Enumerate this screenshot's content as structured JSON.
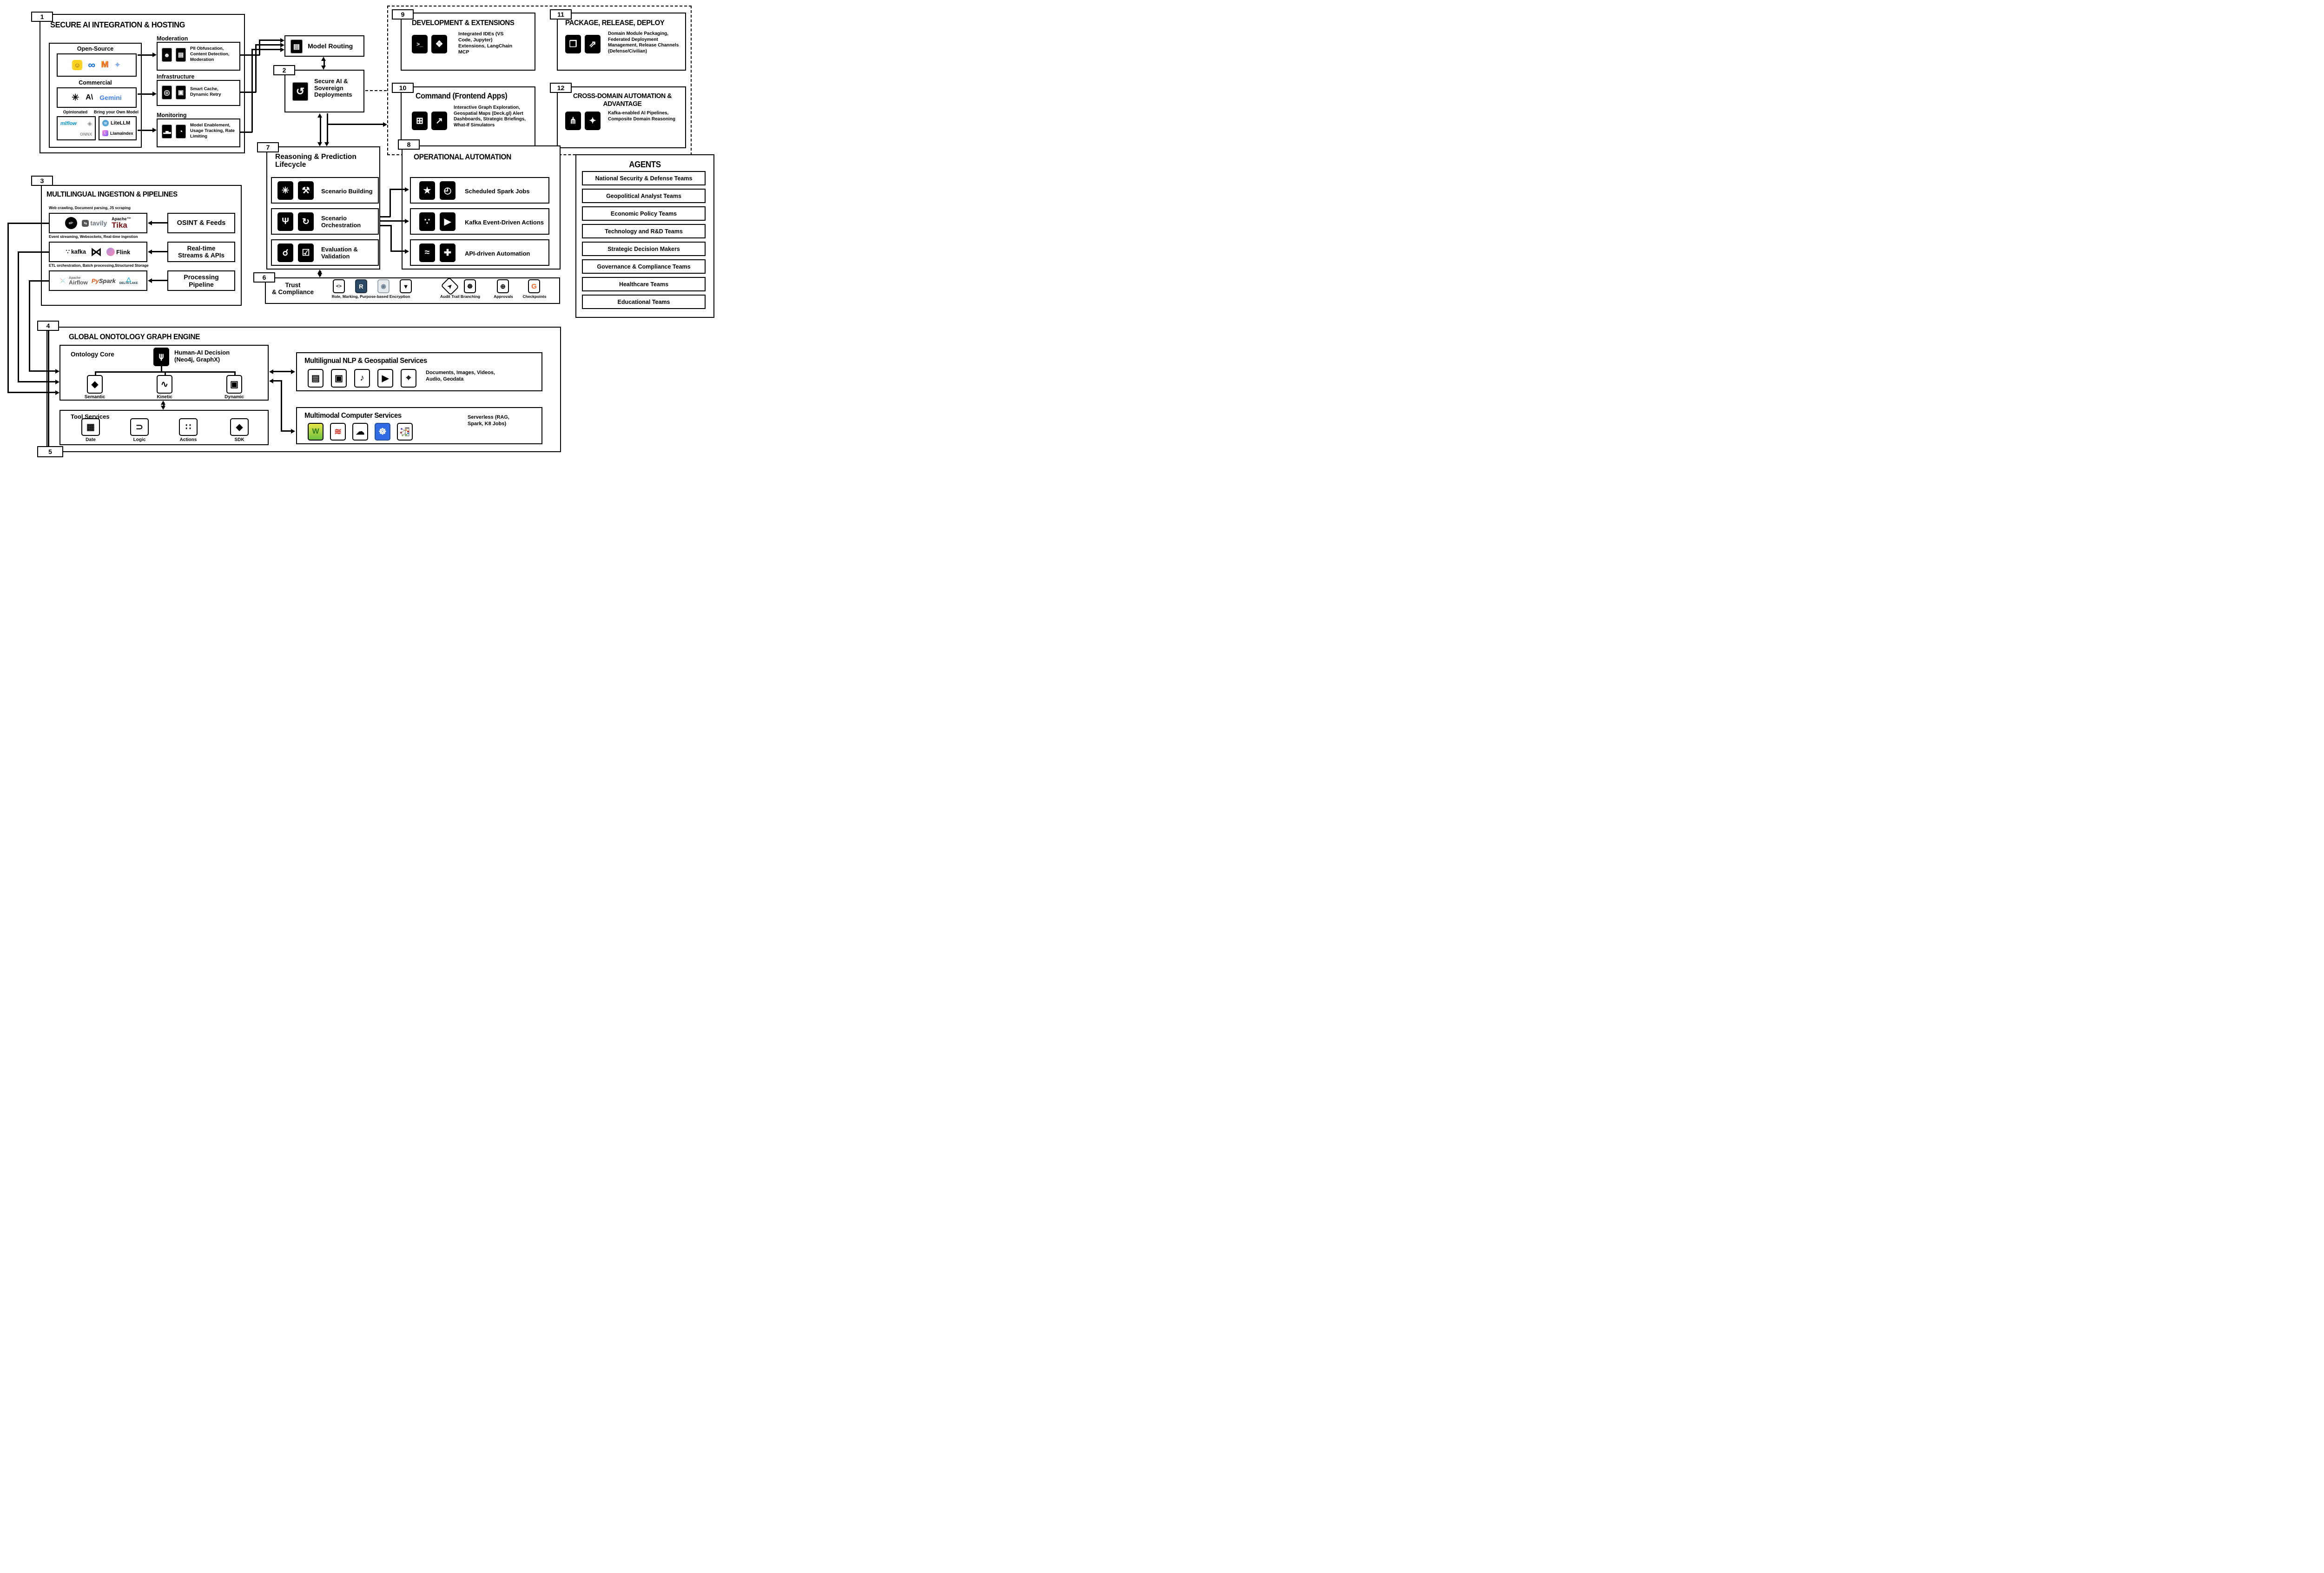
{
  "b1": {
    "num": "1",
    "title": "SECURE AI INTEGRATION & HOSTING",
    "open_source": "Open-Source",
    "commercial": "Commercial",
    "opinionated": "Opinionated",
    "byom": "Bring your Own Model",
    "moderation": {
      "label": "Moderation",
      "desc": "PII Obfuscation, Content Detection, Moderation"
    },
    "infrastructure": {
      "label": "Infrastructure",
      "desc": "Smart Cache, Dynamic Retry"
    },
    "monitoring": {
      "label": "Monitoring",
      "desc": "Model Enablement, Usage Tracking, Rate Limiting"
    }
  },
  "routing": {
    "label": "Model Routing"
  },
  "b2": {
    "num": "2",
    "title": "Secure AI & Sovereign Deployments"
  },
  "b9": {
    "num": "9",
    "title": "DEVELOPMENT & EXTENSIONS",
    "desc": "Integrated IDEs (VS Code, Jupyter) Extensions, LangChain MCP"
  },
  "b10": {
    "num": "10",
    "title": "Command (Frontend Apps)",
    "desc": "Interactive Graph Exploration, Geospatial Maps (Deck.gl) Alert Dashboards, Strategic Briefings, What-If Simulators"
  },
  "b11": {
    "num": "11",
    "title": "PACKAGE, RELEASE, DEPLOY",
    "desc": "Domain Module Packaging, Federated Deployment Management, Release Channels (Defense/Civilian)"
  },
  "b12": {
    "num": "12",
    "title": "CROSS-DOMAIN AUTOMATION & ADVANTAGE",
    "desc": "Kafka-enabled AI Pipelines, Composite Domain Reasoning"
  },
  "b7": {
    "num": "7",
    "title": "Reasoning & Prediction Lifecycle",
    "rows": [
      "Scenario Building",
      "Scenario Orchestration",
      "Evaluation & Validation"
    ]
  },
  "b8": {
    "num": "8",
    "title": "OPERATIONAL AUTOMATION",
    "rows": [
      "Scheduled Spark Jobs",
      "Kafka Event-Driven Actions",
      "API-driven Automation"
    ]
  },
  "b6": {
    "num": "6",
    "label1": "Trust",
    "label2": "& Compliance",
    "cap_encryption": "Role, Marking, Purpose-based Encryption",
    "cap_audit": "Audit Trail Branching",
    "cap_approvals": "Approvals",
    "cap_checkpoints": "Checkpoints"
  },
  "b3": {
    "num": "3",
    "title": "MULTILINGUAL INGESTION & PIPELINES",
    "cap1": "Web crawling, Document parsing, JS scraping",
    "osint": "OSINT & Feeds",
    "cap2": "Event streaming, Websockets, Real-time ingestion",
    "realtime": "Real-time Streams & APIs",
    "cap3": "ETL orchestration, Batch processing,Structured Storage",
    "processing": "Processing Pipeline"
  },
  "b4": {
    "num": "4",
    "title": "GLOBAL ONOTOLOGY GRAPH ENGINE",
    "core": {
      "label": "Ontology Core",
      "human1": "Human-AI Decision",
      "human2": "(Neo4j, GraphX)",
      "nodes": [
        "Semantic",
        "Kinetic",
        "Dynamic"
      ]
    },
    "tools": {
      "label": "Tool Services",
      "items": [
        "Date",
        "Logic",
        "Actions",
        "SDK"
      ]
    },
    "nlp": {
      "title": "Multilignual NLP & Geospatial Services",
      "desc": "Documents, Images, Videos, Audio, Geodata"
    },
    "mm": {
      "title": "Multimodal Computer Services",
      "desc": "Serverless (RAG, Spark, K8 Jobs)"
    }
  },
  "b5": {
    "num": "5"
  },
  "agents": {
    "title": "AGENTS",
    "items": [
      "National Security & Defense Teams",
      "Geopolitical Analyst Teams",
      "Economic Policy Teams",
      "Technology and R&D Teams",
      "Strategic Decision Makers",
      "Governance & Compliance Teams",
      "Healthcare Teams",
      "Educational Teams"
    ]
  },
  "logos": {
    "gemini": "Gemini",
    "anthropic": "A\\",
    "mlflow": "mlflow",
    "onnx": "ONNX",
    "litellm": "LiteLLM",
    "llamaindex": "LlamaIndex",
    "tavily": "tavily",
    "apache_tm": "Apache™",
    "tika": "Tika",
    "kafka": "kafka",
    "flink": "Flink",
    "apache": "Apache",
    "airflow": "Airflow",
    "py": "Py",
    "spark": "Spark",
    "delta": "DELTA LAKE",
    "weaviate": "W"
  },
  "icons": {
    "person": "☻",
    "id_card": "▤",
    "cache": "◎",
    "cubes": "▣",
    "bars": "▂▅▃",
    "pie": "◔",
    "document": "▤",
    "redeploy": "↺",
    "terminal": ">_",
    "puzzle": "❖",
    "app_grid": "⊞",
    "chart_up": "↗",
    "package": "❒",
    "deploy": "⇗",
    "flow": "⋔",
    "head_spark": "✦",
    "network": "✳",
    "wrench": "⚒",
    "branch": "Ψ",
    "sync": "↻",
    "shield_search": "☌",
    "validation": "☑",
    "star": "★",
    "clock": "◴",
    "kafka_dots": "∵",
    "workflow": "▶",
    "toggles": "≈",
    "api": "✚",
    "split": "⋔",
    "semantic": "◆",
    "kinetic": "∿",
    "dynamic": "▣",
    "date": "▦",
    "logic": "⊃",
    "actions": "∷",
    "sdk": "◆",
    "file_doc": "▤",
    "file_img": "▣",
    "file_audio": "♪",
    "file_video": "▶",
    "map": "⌖",
    "redis": "≋",
    "cloud": "☁",
    "k8s": "☸",
    "code": "<>",
    "shield_r": "R",
    "privacy": "◉",
    "vault": "▼",
    "satellite": "➤",
    "helm": "☸",
    "approvals": "⊕",
    "checkpoint_g": "G",
    "openai": "✳",
    "meta": "∞",
    "mistral": "M",
    "sparkle": "✦",
    "hf": "☺",
    "trowel": "✏",
    "tavily_glyph": "↹",
    "stream": "⋈",
    "delta_tri": "△",
    "litellm_glyph": "≋",
    "llama_glyph": "L"
  },
  "colors": {
    "meta_blue": "#0668E1",
    "mistral_orange": "#F7931E",
    "gemini_blue": "#3b7ef0",
    "mlflow_blue": "#0194E2",
    "tika_red": "#7a1010",
    "airflow_teal": "#00C7D4",
    "pyspark_orange": "#E25A1C",
    "delta_cyan": "#00ADD4",
    "weaviate_green": "#6bbf3e",
    "redis_red": "#D82C20",
    "k8s_blue": "#326CE5",
    "checkpoint_orange": "#F26822",
    "shield_navy": "#2C4A66"
  }
}
